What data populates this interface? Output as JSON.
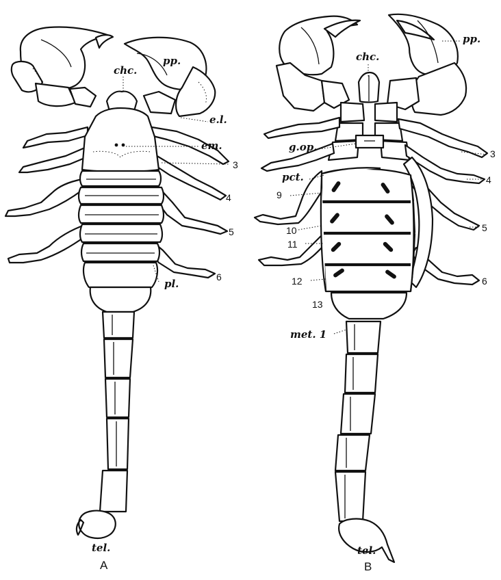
{
  "figure": {
    "panel_a": {
      "caption": "A",
      "labels": {
        "chc": "chc.",
        "pp": "pp.",
        "el": "e.l.",
        "em": "em.",
        "leg3": "3",
        "leg4": "4",
        "leg5": "5",
        "leg6": "6",
        "pl": "pl.",
        "tel": "tel."
      }
    },
    "panel_b": {
      "caption": "B",
      "labels": {
        "chc": "chc.",
        "pp": "pp.",
        "gop": "g.op.",
        "pct": "pct.",
        "leg3": "3",
        "leg4": "4",
        "leg5": "5",
        "leg6": "6",
        "seg9": "9",
        "seg10": "10",
        "seg11": "11",
        "seg12": "12",
        "seg13": "13",
        "met1": "met. 1",
        "tel": "tel."
      }
    }
  }
}
